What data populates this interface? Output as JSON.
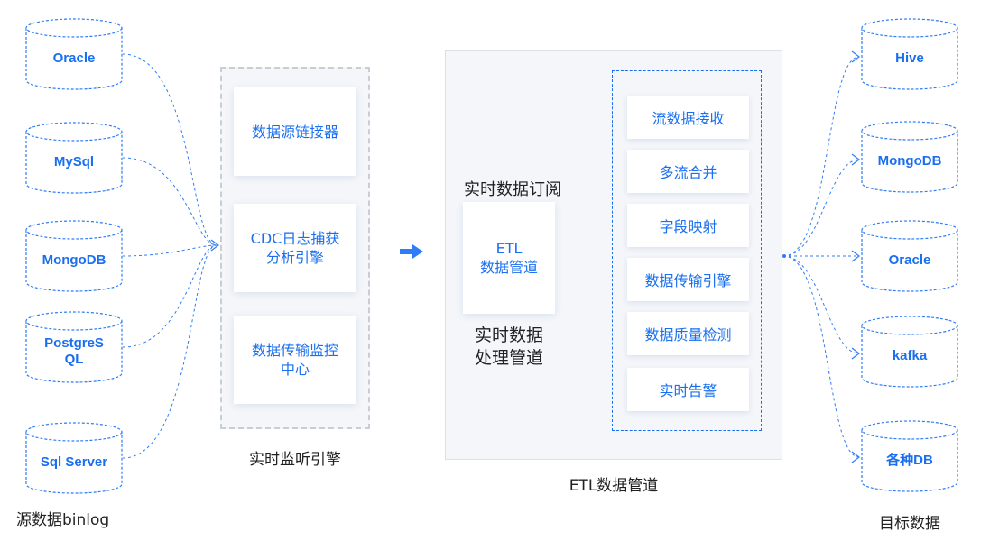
{
  "sources": {
    "caption": "源数据binlog",
    "items": [
      "Oracle",
      "MySql",
      "MongoDB",
      "PostgreS\nQL",
      "Sql Server"
    ]
  },
  "monitor": {
    "caption": "实时监听引擎",
    "cards": [
      "数据源链接器",
      "CDC日志捕获\n分析引擎",
      "数据传输监控\n中心"
    ]
  },
  "etl": {
    "caption": "ETL数据管道",
    "subscribe_label": "实时数据订阅",
    "core_card": "ETL\n数据管道",
    "processing_label": "实时数据\n处理管道",
    "steps": [
      "流数据接收",
      "多流合并",
      "字段映射",
      "数据传输引擎",
      "数据质量检测",
      "实时告警"
    ]
  },
  "targets": {
    "caption": "目标数据",
    "items": [
      "Hive",
      "MongoDB",
      "Oracle",
      "kafka",
      "各种DB"
    ]
  },
  "colors": {
    "accent": "#1a6ff0",
    "panel": "#f4f6fa",
    "wire": "#2f7df6"
  }
}
